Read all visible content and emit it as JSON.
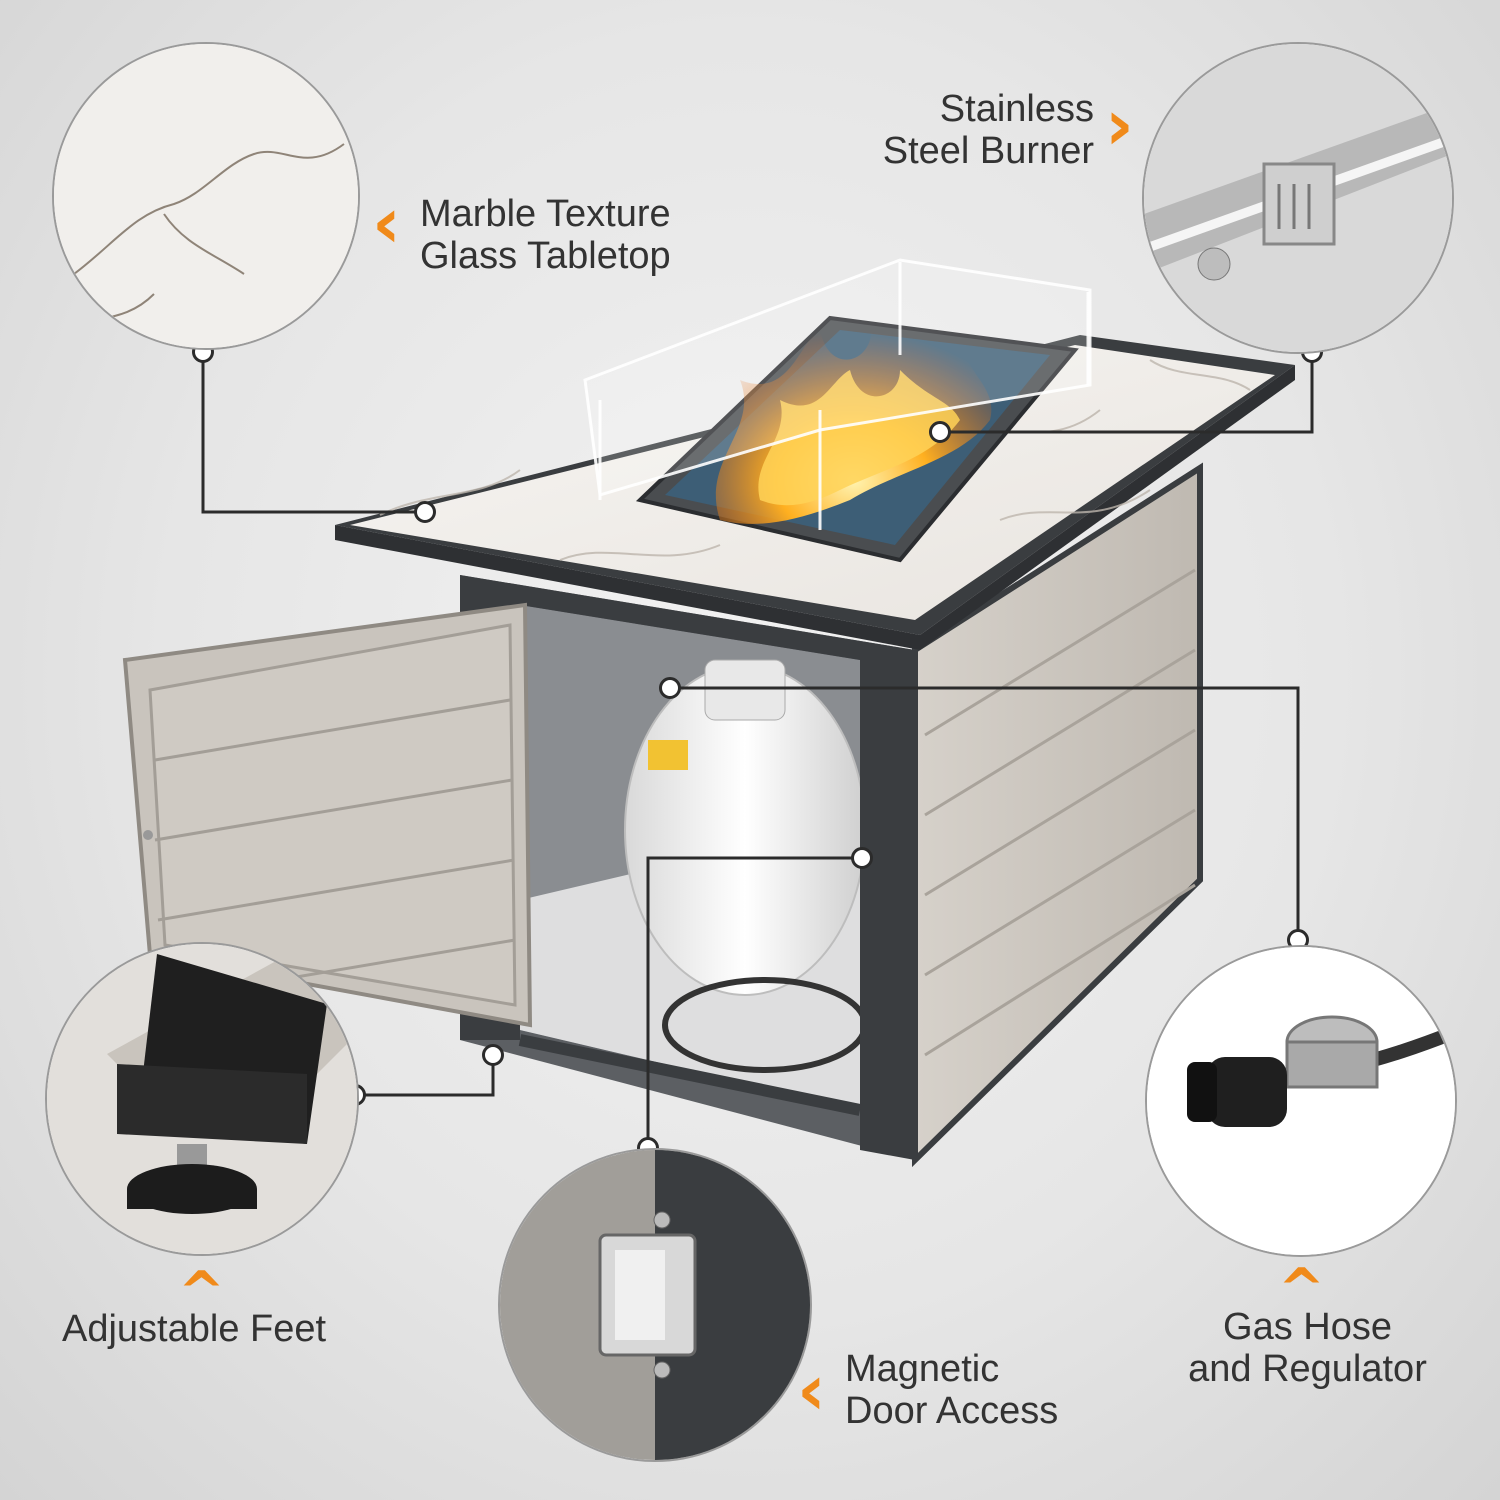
{
  "features": {
    "tabletop": {
      "line1": "Marble Texture",
      "line2": "Glass Tabletop"
    },
    "burner": {
      "line1": "Stainless",
      "line2": "Steel Burner"
    },
    "feet": {
      "line1": "Adjustable Feet"
    },
    "door": {
      "line1": "Magnetic",
      "line2": "Door Access"
    },
    "hose": {
      "line1": "Gas Hose",
      "line2": "and Regulator"
    }
  },
  "colors": {
    "accent": "#f08a1a",
    "text": "#333333",
    "frame": "#3a3d40",
    "panel": "#c9c4bd"
  },
  "icons": {
    "chevron_left": "‹",
    "chevron_up": "^"
  }
}
